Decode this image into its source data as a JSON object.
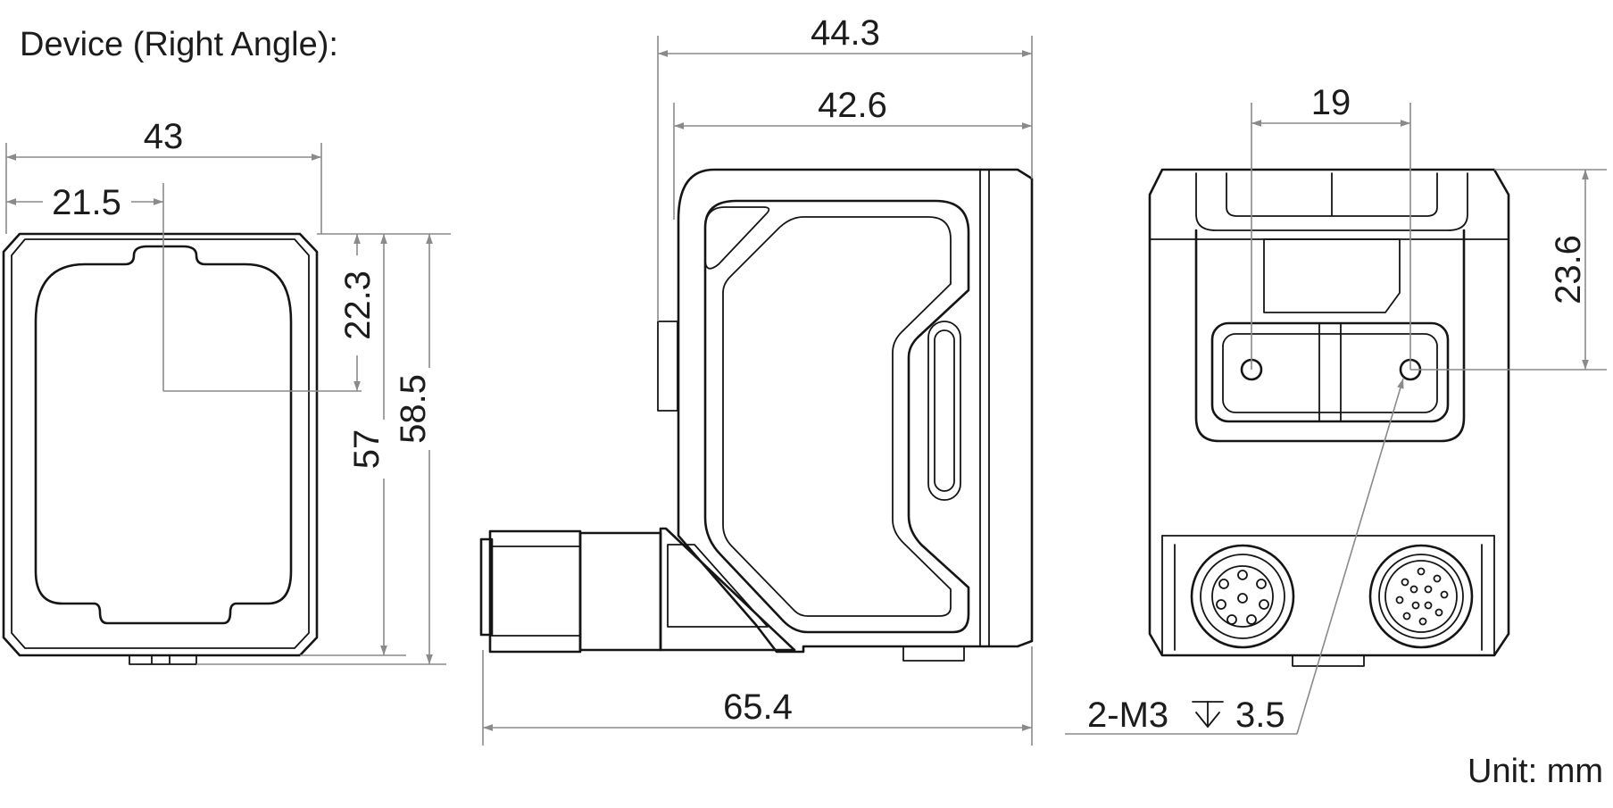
{
  "title": "Device (Right Angle):",
  "unit": "Unit: mm",
  "front_view": {
    "width": "43",
    "half_width": "21.5",
    "center_height": "22.3",
    "body_height": "57",
    "total_height": "58.5"
  },
  "side_view": {
    "top_width": "44.3",
    "body_width": "42.6",
    "total_length": "65.4"
  },
  "rear_view": {
    "hole_spacing": "19",
    "hole_height": "23.6",
    "thread_spec": "2-M3",
    "thread_depth": "3.5"
  },
  "colors": {
    "outline": "#151515",
    "dimension": "#8a8a8a",
    "text": "#1c1c1c"
  },
  "icons": {
    "depth_symbol": "depth-symbol-icon"
  }
}
